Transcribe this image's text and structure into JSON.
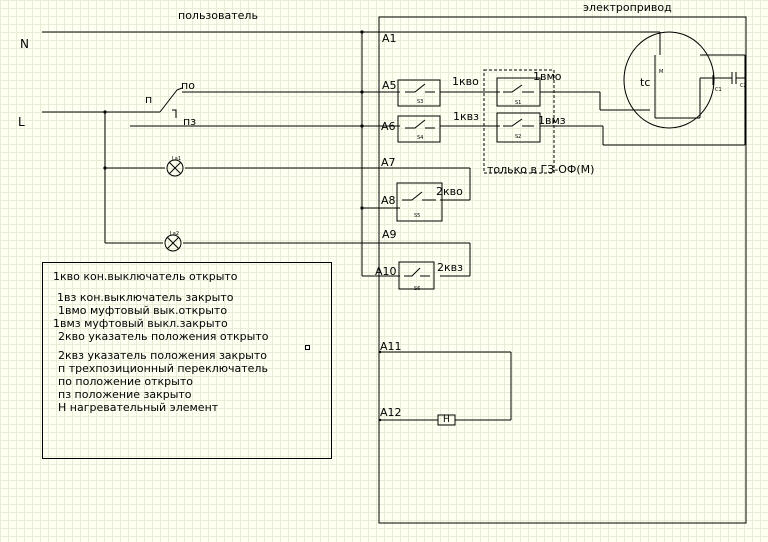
{
  "headers": {
    "user": "пользователь",
    "drive": "электропривод"
  },
  "lines": {
    "n": "N",
    "l": "L"
  },
  "switch": {
    "name": "п",
    "open_pos": "по",
    "closed_pos": "пз"
  },
  "terminals": [
    "A1",
    "A5",
    "A6",
    "A7",
    "A8",
    "A9",
    "A10",
    "A11",
    "A12"
  ],
  "components": {
    "k1vo": "1кво",
    "k1vz": "1квз",
    "m1vmo": "1вмо",
    "m1vmz": "1вмз",
    "k2vo": "2кво",
    "k2vz": "2квз",
    "motor": "tc",
    "heater": "H",
    "only_note": "только в ГЗ-ОФ(М)"
  },
  "small_labels": {
    "lamp1": "La1",
    "lamp2": "La2",
    "s3": "S3",
    "s4": "S4",
    "s1": "S1",
    "s2": "S2",
    "s5": "S5",
    "s6": "S6",
    "mot": "М",
    "cap": "C1",
    "cap2": "C2"
  },
  "legend": [
    "1кво кон.выключатель открыто",
    "1вз кон.выключатель закрыто",
    "1вмо  муфтовый вык.открыто",
    "1вмз  муфтовый выкл.закрыто",
    "2кво указатель положения открыто",
    "2квз указатель положения закрыто",
    "п  трехпозиционный переключатель",
    "по    положение открыто",
    "пз     положение закрыто",
    "Н    нагревательный элемент"
  ]
}
